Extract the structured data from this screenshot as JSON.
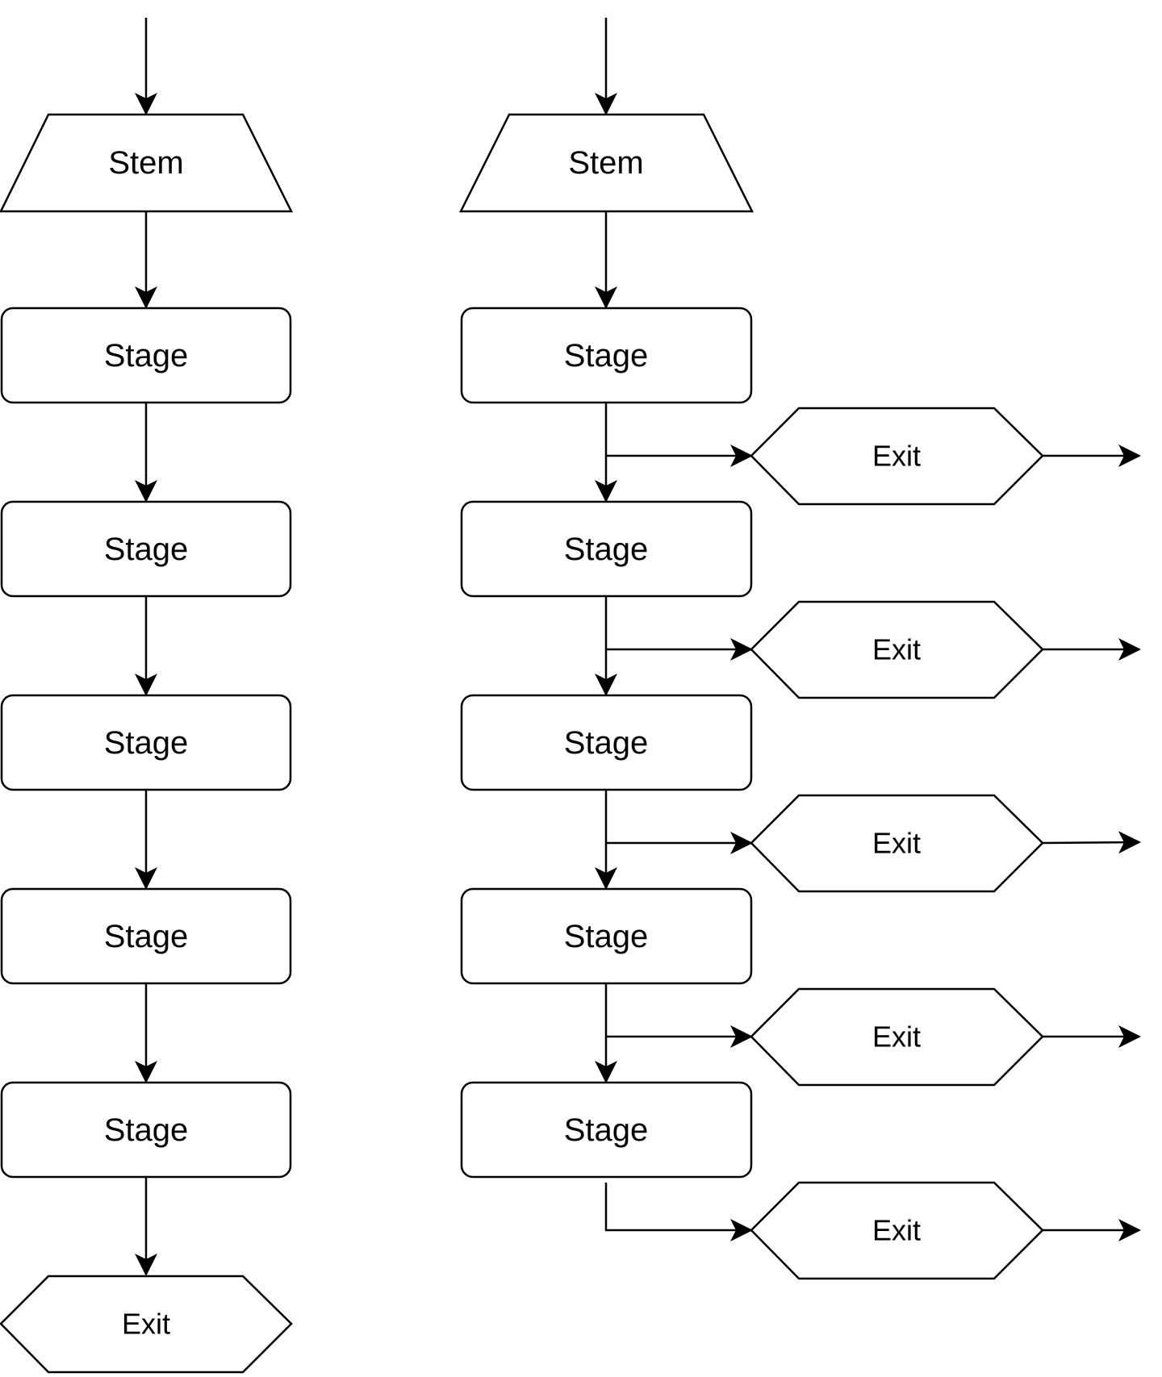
{
  "diagram": {
    "left_flow": {
      "stem_label": "Stem",
      "stages": [
        "Stage",
        "Stage",
        "Stage",
        "Stage",
        "Stage"
      ],
      "exit_label": "Exit"
    },
    "right_flow": {
      "stem_label": "Stem",
      "stages": [
        "Stage",
        "Stage",
        "Stage",
        "Stage",
        "Stage"
      ],
      "exits": [
        "Exit",
        "Exit",
        "Exit",
        "Exit",
        "Exit"
      ]
    }
  }
}
